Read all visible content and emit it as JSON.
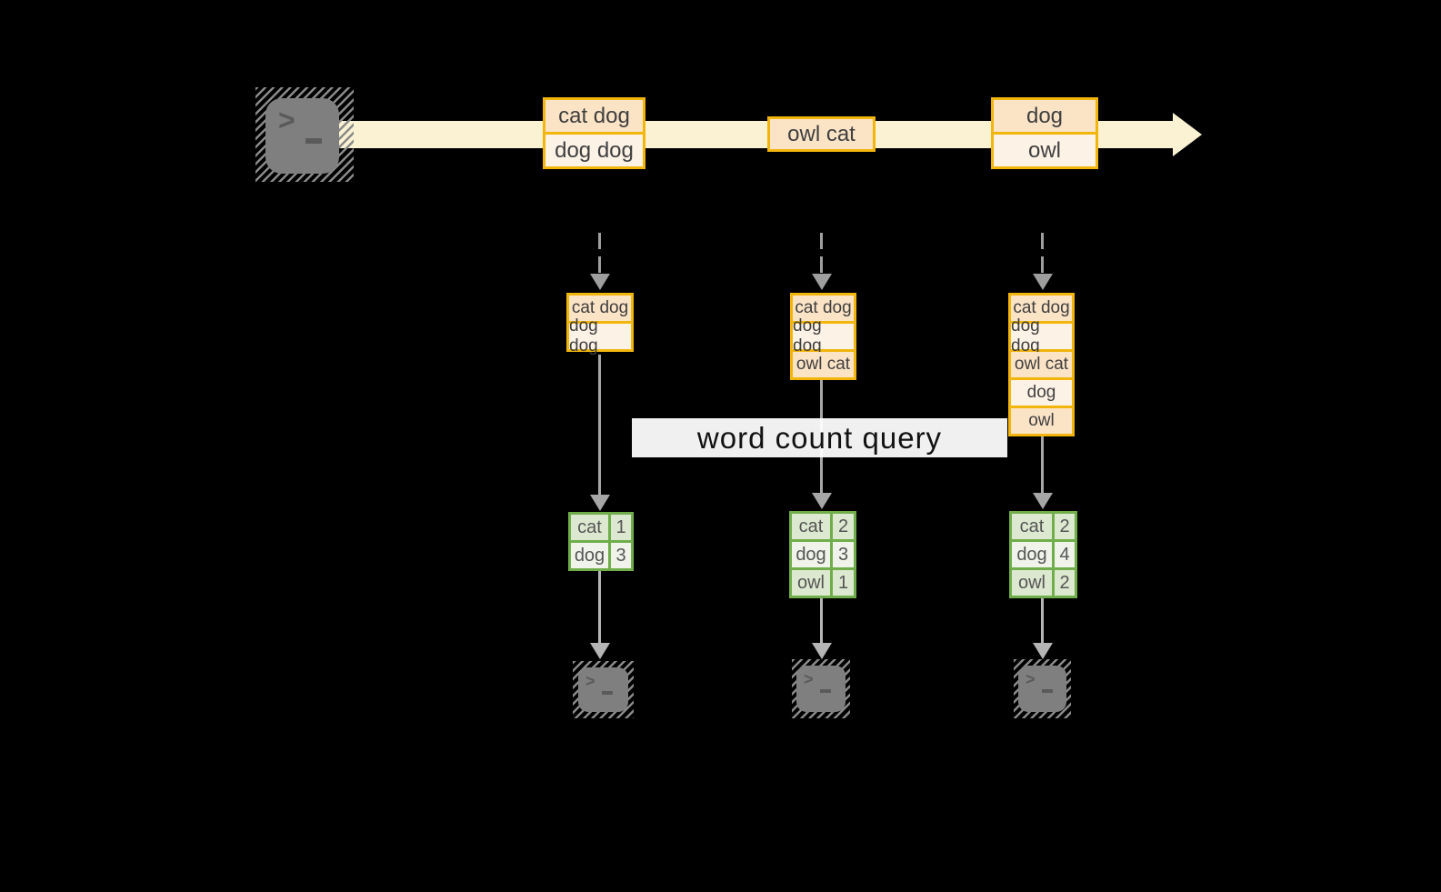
{
  "query": {
    "label": "word count query"
  },
  "icons": {
    "source_terminal": "terminal-icon",
    "output_terminal": "terminal-icon",
    "prompt_chevron": ">",
    "prompt_underscore": "_"
  },
  "stream": {
    "events": [
      {
        "lines": [
          "cat dog",
          "dog dog"
        ]
      },
      {
        "lines": [
          "owl cat"
        ]
      },
      {
        "lines": [
          "dog",
          "owl"
        ]
      }
    ]
  },
  "states": [
    {
      "lines": [
        "cat dog",
        "dog dog"
      ]
    },
    {
      "lines": [
        "cat dog",
        "dog dog",
        "owl cat"
      ]
    },
    {
      "lines": [
        "cat dog",
        "dog dog",
        "owl cat",
        "dog",
        "owl"
      ]
    }
  ],
  "counts": [
    {
      "rows": [
        {
          "word": "cat",
          "count": "1"
        },
        {
          "word": "dog",
          "count": "3"
        }
      ]
    },
    {
      "rows": [
        {
          "word": "cat",
          "count": "2"
        },
        {
          "word": "dog",
          "count": "3"
        },
        {
          "word": "owl",
          "count": "1"
        }
      ]
    },
    {
      "rows": [
        {
          "word": "cat",
          "count": "2"
        },
        {
          "word": "dog",
          "count": "4"
        },
        {
          "word": "owl",
          "count": "2"
        }
      ]
    }
  ],
  "colors": {
    "background": "#000000",
    "stream_fill": "#FAF2D2",
    "event_border": "#F2B50C",
    "event_row_dark": "#FBE3C6",
    "event_row_light": "#FDF2E6",
    "table_border": "#6FAE4A",
    "table_row_dark": "#DCE8D0",
    "table_row_light": "#EFF3EA",
    "terminal_grey": "#7F7F7F",
    "arrow_grey": "#9E9E9E"
  }
}
